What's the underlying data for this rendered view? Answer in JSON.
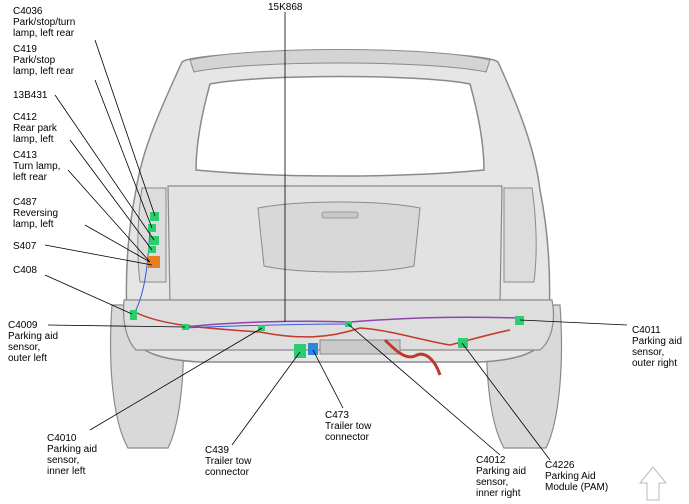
{
  "callouts": [
    {
      "id": "c4036",
      "text": "C4036\nPark/stop/turn\nlamp, left rear"
    },
    {
      "id": "c419",
      "text": "C419\nPark/stop\nlamp, left rear"
    },
    {
      "id": "b13b431",
      "text": "13B431"
    },
    {
      "id": "c412",
      "text": "C412\nRear park\nlamp, left"
    },
    {
      "id": "c413",
      "text": "C413\nTurn lamp,\nleft rear"
    },
    {
      "id": "c487",
      "text": "C487\nReversing\nlamp, left"
    },
    {
      "id": "s407",
      "text": "S407"
    },
    {
      "id": "c408",
      "text": "C408"
    },
    {
      "id": "c4009",
      "text": "C4009\nParking aid\nsensor,\nouter left"
    },
    {
      "id": "c4010",
      "text": "C4010\nParking aid\nsensor,\ninner left"
    },
    {
      "id": "c439",
      "text": "C439\nTrailer tow\nconnector"
    },
    {
      "id": "c473",
      "text": "C473\nTrailer tow\nconnector"
    },
    {
      "id": "c4012",
      "text": "C4012\nParking aid\nsensor,\ninner right"
    },
    {
      "id": "c4226",
      "text": "C4226\nParking Aid\nModule (PAM)"
    },
    {
      "id": "c4011",
      "text": "C4011\nParking aid\nsensor,\nouter right"
    },
    {
      "id": "k15k868",
      "text": "15K868"
    }
  ],
  "colors": {
    "body_fill": "#e6e6e6",
    "body_stroke": "#8a8a8a",
    "glass": "#ffffff",
    "harness_red": "#c0392b",
    "harness_purple": "#8e44ad",
    "harness_blue": "#3a5bd9",
    "connector_green": "#2ecc71",
    "connector_blue": "#2e86de",
    "connector_orange": "#e67e22",
    "leader": "#000000"
  },
  "icons": {
    "nav": "up-arrow-icon"
  }
}
